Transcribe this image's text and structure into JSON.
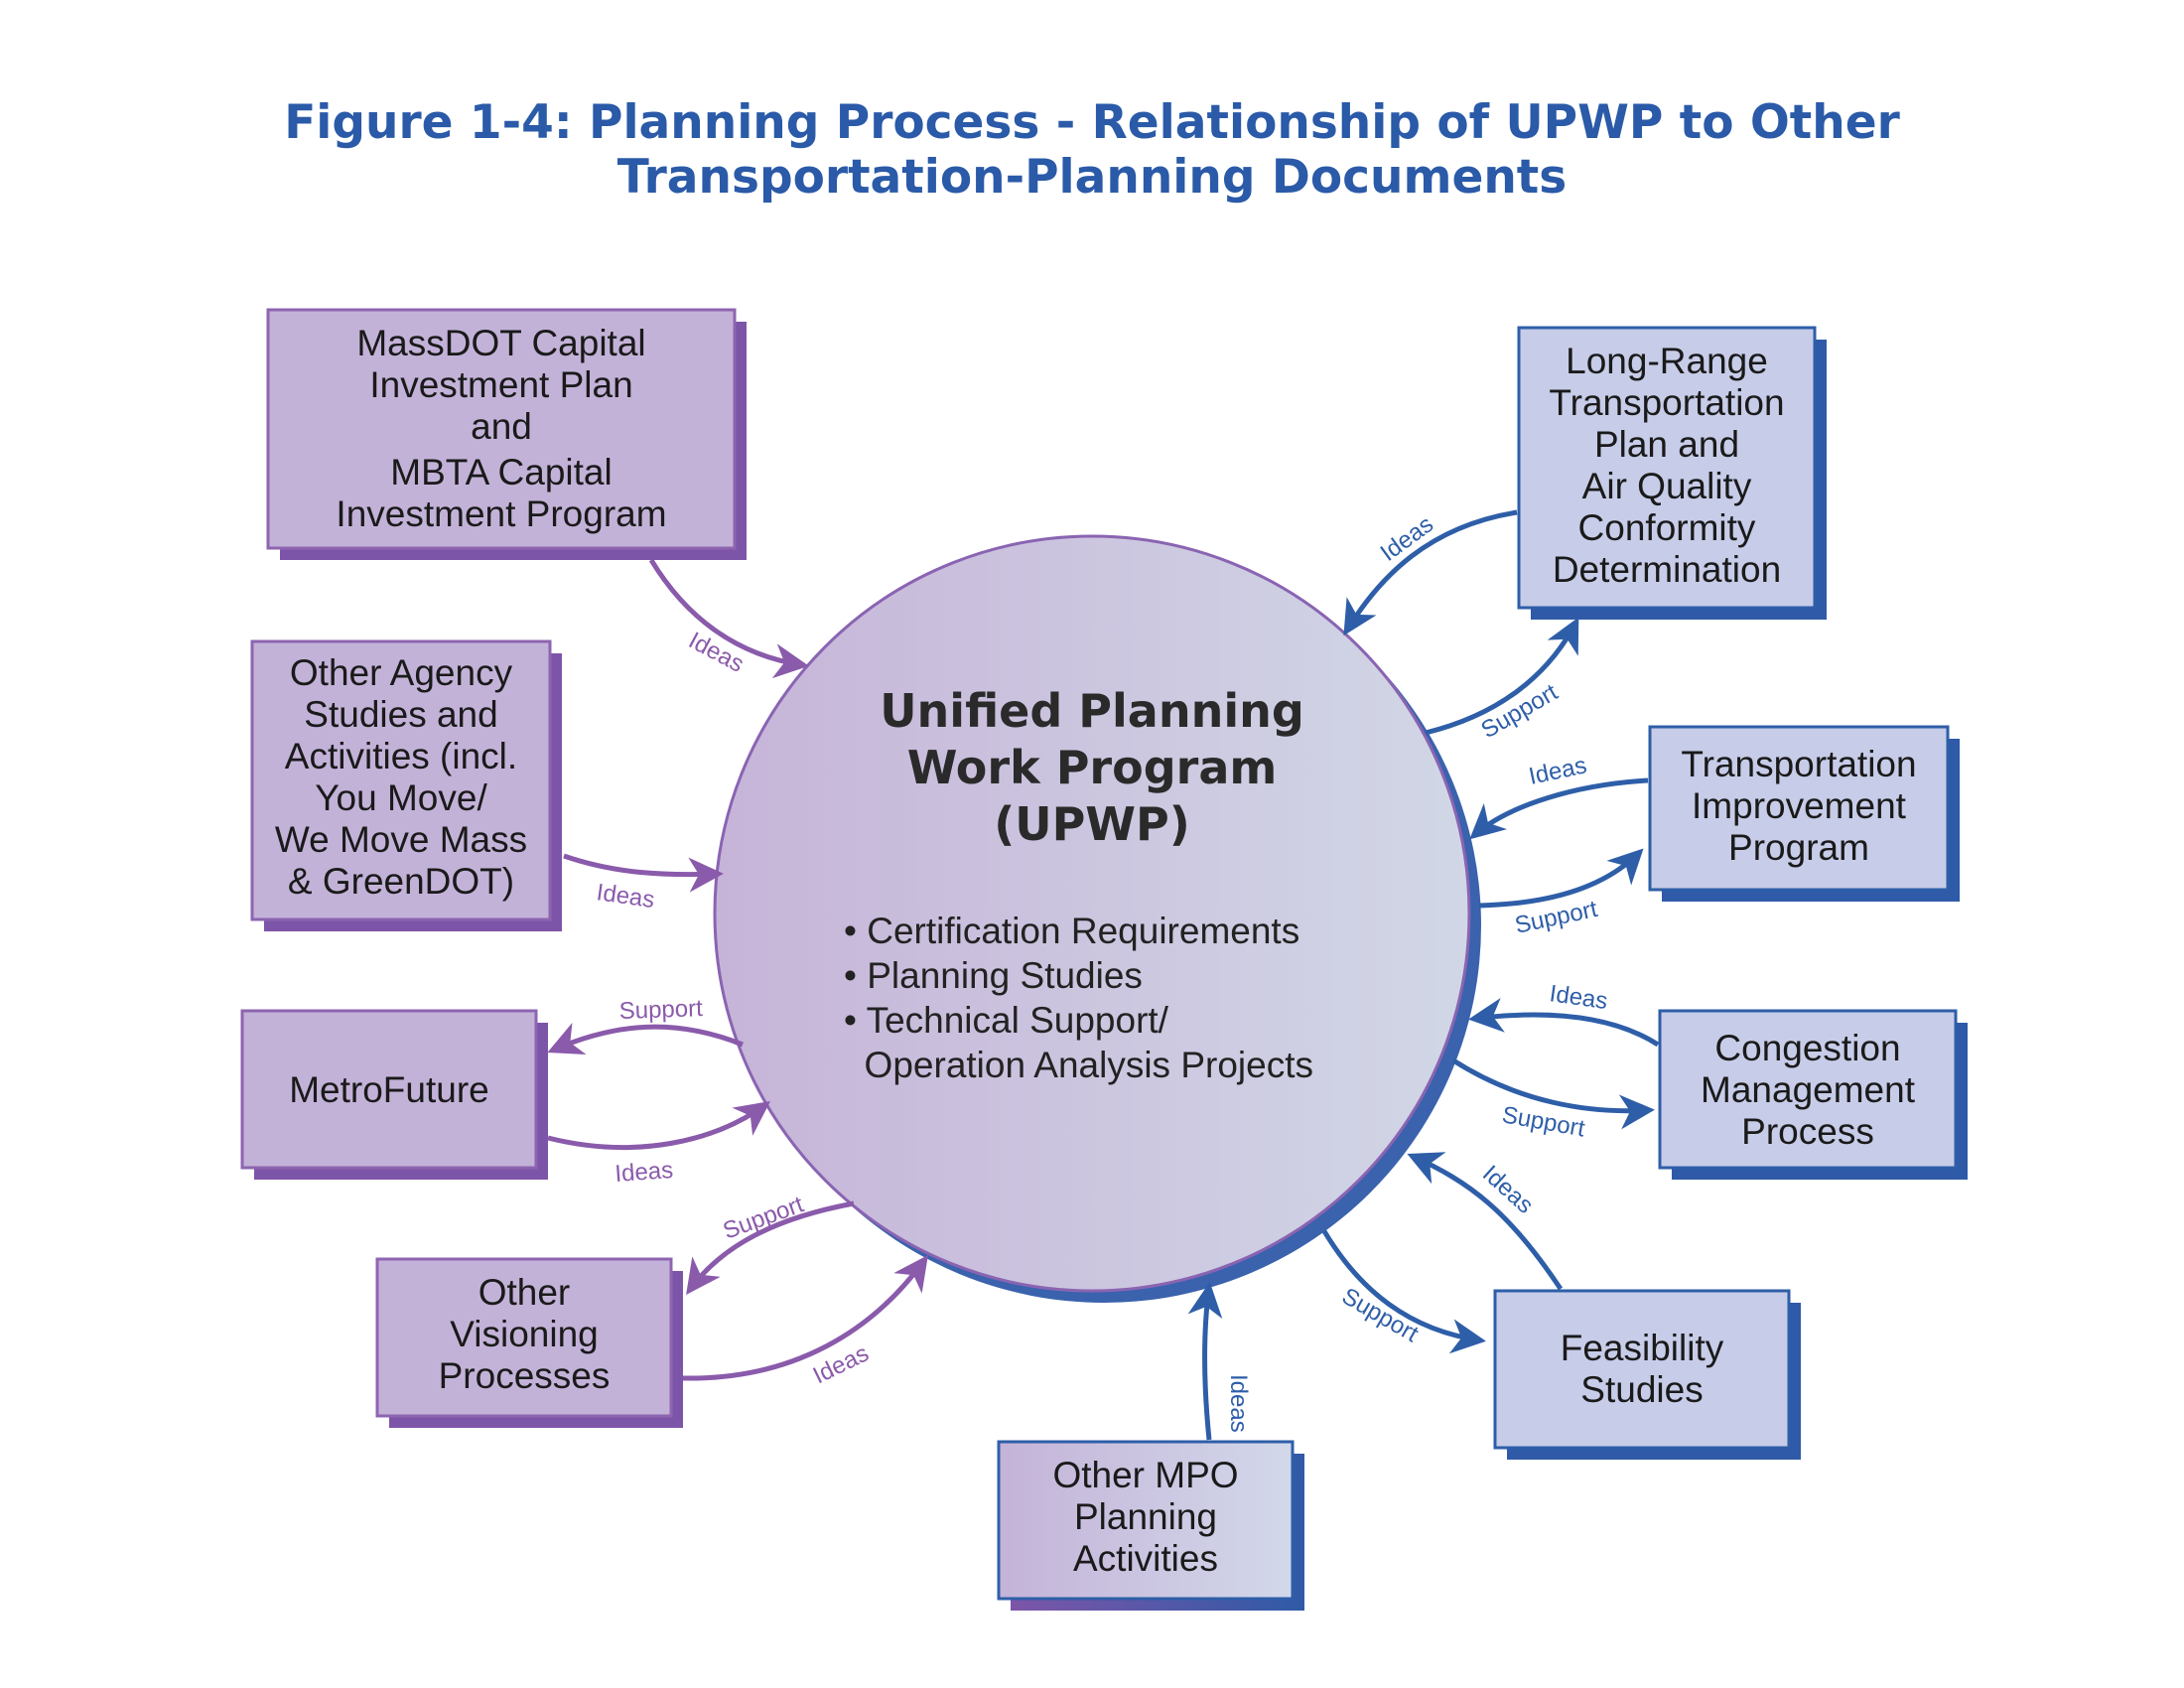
{
  "title": {
    "line1": "Figure 1-4: Planning Process - Relationship of UPWP to Other",
    "line2": "Transportation-Planning Documents"
  },
  "colors": {
    "title": "#2a5aa8",
    "purple_fill": "#c3b2d8",
    "purple_stroke": "#8e64b0",
    "purple_shadow": "#7d55a8",
    "purple_arrow": "#8a5aab",
    "blue_fill": "#c7cce8",
    "blue_stroke": "#2e5ea8",
    "blue_shadow": "#2f5aa7",
    "blue_arrow": "#2e5ea8"
  },
  "center": {
    "title_lines": [
      "Unified Planning",
      "Work Program",
      "(UPWP)"
    ],
    "bullets": [
      "• Certification Requirements",
      "• Planning Studies",
      "• Technical Support/",
      "  Operation Analysis Projects"
    ]
  },
  "boxes": {
    "massdot": {
      "lines": [
        "MassDOT Capital",
        "Investment Plan",
        "and",
        "MBTA Capital",
        "Investment Program"
      ]
    },
    "other_agency": {
      "lines": [
        "Other Agency",
        "Studies and",
        "Activities (incl.",
        "You Move/",
        "We Move Mass",
        "& GreenDOT)"
      ]
    },
    "metrofuture": {
      "lines": [
        "MetroFuture"
      ]
    },
    "other_visioning": {
      "lines": [
        "Other",
        "Visioning",
        "Processes"
      ]
    },
    "other_mpo": {
      "lines": [
        "Other MPO",
        "Planning",
        "Activities"
      ]
    },
    "lrtp": {
      "lines": [
        "Long-Range",
        "Transportation",
        "Plan and",
        "Air Quality",
        "Conformity",
        "Determination"
      ]
    },
    "tip": {
      "lines": [
        "Transportation",
        "Improvement",
        "Program"
      ]
    },
    "cmp": {
      "lines": [
        "Congestion",
        "Management",
        "Process"
      ]
    },
    "feasibility": {
      "lines": [
        "Feasibility",
        "Studies"
      ]
    }
  },
  "arrow_labels": {
    "massdot_ideas": "Ideas",
    "other_agency_ideas": "Ideas",
    "metrofuture_support": "Support",
    "metrofuture_ideas": "Ideas",
    "visioning_support": "Support",
    "visioning_ideas": "Ideas",
    "mpo_ideas": "Ideas",
    "lrtp_ideas": "Ideas",
    "lrtp_support": "Support",
    "tip_ideas": "Ideas",
    "tip_support": "Support",
    "cmp_ideas": "Ideas",
    "cmp_support": "Support",
    "feasibility_ideas": "Ideas",
    "feasibility_support": "Support"
  }
}
